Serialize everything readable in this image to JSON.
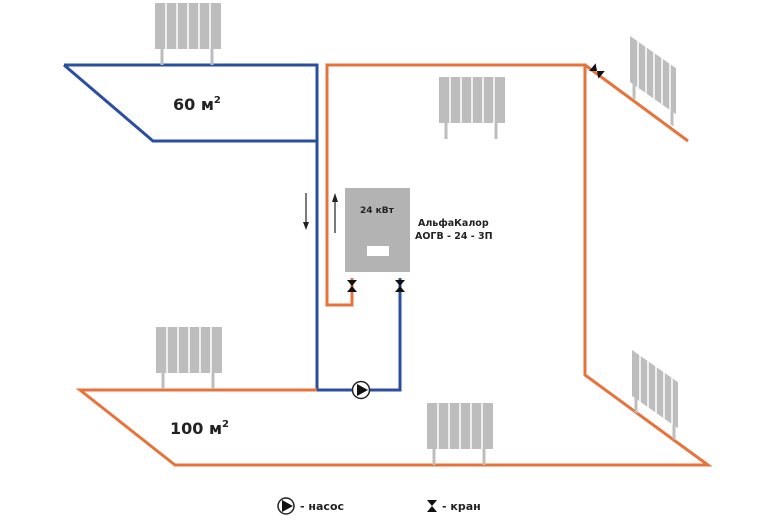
{
  "diagram": {
    "title": "",
    "colors": {
      "supply": "#e8733a",
      "return": "#2b4fa0",
      "mixed": "#5a5f86",
      "radiator": "#bdbdbd",
      "boiler": "#b3b3b3",
      "text": "#222222"
    },
    "floors": [
      {
        "id": "upper",
        "area_value": "60 м",
        "area_sup": "2"
      },
      {
        "id": "lower",
        "area_value": "100 м",
        "area_sup": "2"
      }
    ],
    "boiler": {
      "power_label": "24 кВт",
      "brand_line1": "АльфаКалор",
      "brand_line2": "АОГВ - 24 - 3П"
    },
    "legend": [
      {
        "icon": "pump-icon",
        "label": "- насос"
      },
      {
        "icon": "valve-icon",
        "label": "- кран"
      }
    ]
  }
}
